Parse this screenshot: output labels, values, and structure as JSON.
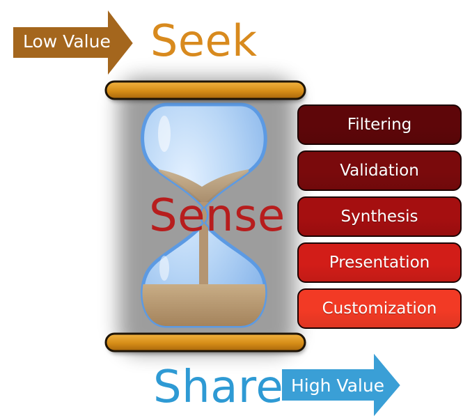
{
  "top": {
    "word": "Seek",
    "arrow_label": "Low Value",
    "arrow_color": "#a4661d"
  },
  "center": {
    "word": "Sense",
    "word_color": "#b71d1d"
  },
  "bottom": {
    "word": "Share",
    "arrow_label": "High Value",
    "arrow_color": "#3a9fd6"
  },
  "stack": {
    "items": [
      {
        "label": "Filtering",
        "color": "#5e0609"
      },
      {
        "label": "Validation",
        "color": "#7a0a0c"
      },
      {
        "label": "Synthesis",
        "color": "#a50f10"
      },
      {
        "label": "Presentation",
        "color": "#d21d18"
      },
      {
        "label": "Customization",
        "color": "#f23a25"
      }
    ]
  },
  "colors": {
    "seek": "#d88a1e",
    "share": "#2e9ad4",
    "bar": "#d8911a",
    "glass": "#a9cdf3",
    "sand": "#b99a73"
  }
}
